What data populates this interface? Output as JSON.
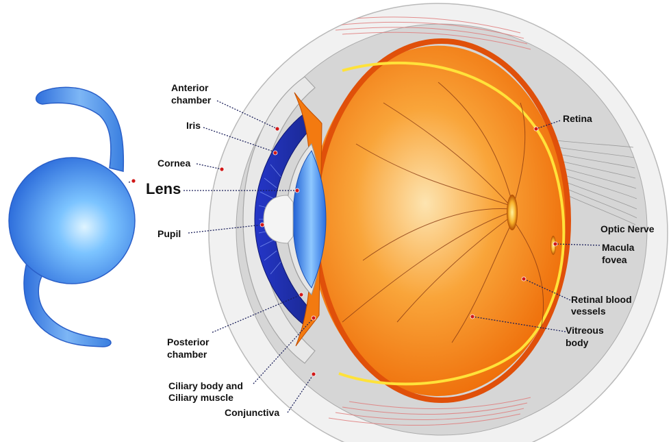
{
  "labels": {
    "anterior_chamber": [
      "Anterior",
      "chamber"
    ],
    "iris": "Iris",
    "cornea": "Cornea",
    "lens": "Lens",
    "pupil": "Pupil",
    "posterior_chamber": [
      "Posterior",
      "chamber"
    ],
    "ciliary": [
      "Ciliary body and",
      "Ciliary muscle"
    ],
    "conjunctiva": "Conjunctiva",
    "retina": "Retina",
    "optic_nerve": "Optic Nerve",
    "macula": [
      "Macula",
      "fovea"
    ],
    "retinal_vessels": [
      "Retinal blood",
      "vessels"
    ],
    "vitreous": [
      "Vitreous",
      "body"
    ]
  },
  "colors": {
    "sclera": "#d4d4d4",
    "vitreous": "#f58a10",
    "retina_line": "#ffe23a",
    "iris": "#2233bb",
    "lens": "#2f7fe8",
    "implant": "#4a8fe8",
    "leader": "#1a1f5a",
    "marker": "#d01818"
  }
}
